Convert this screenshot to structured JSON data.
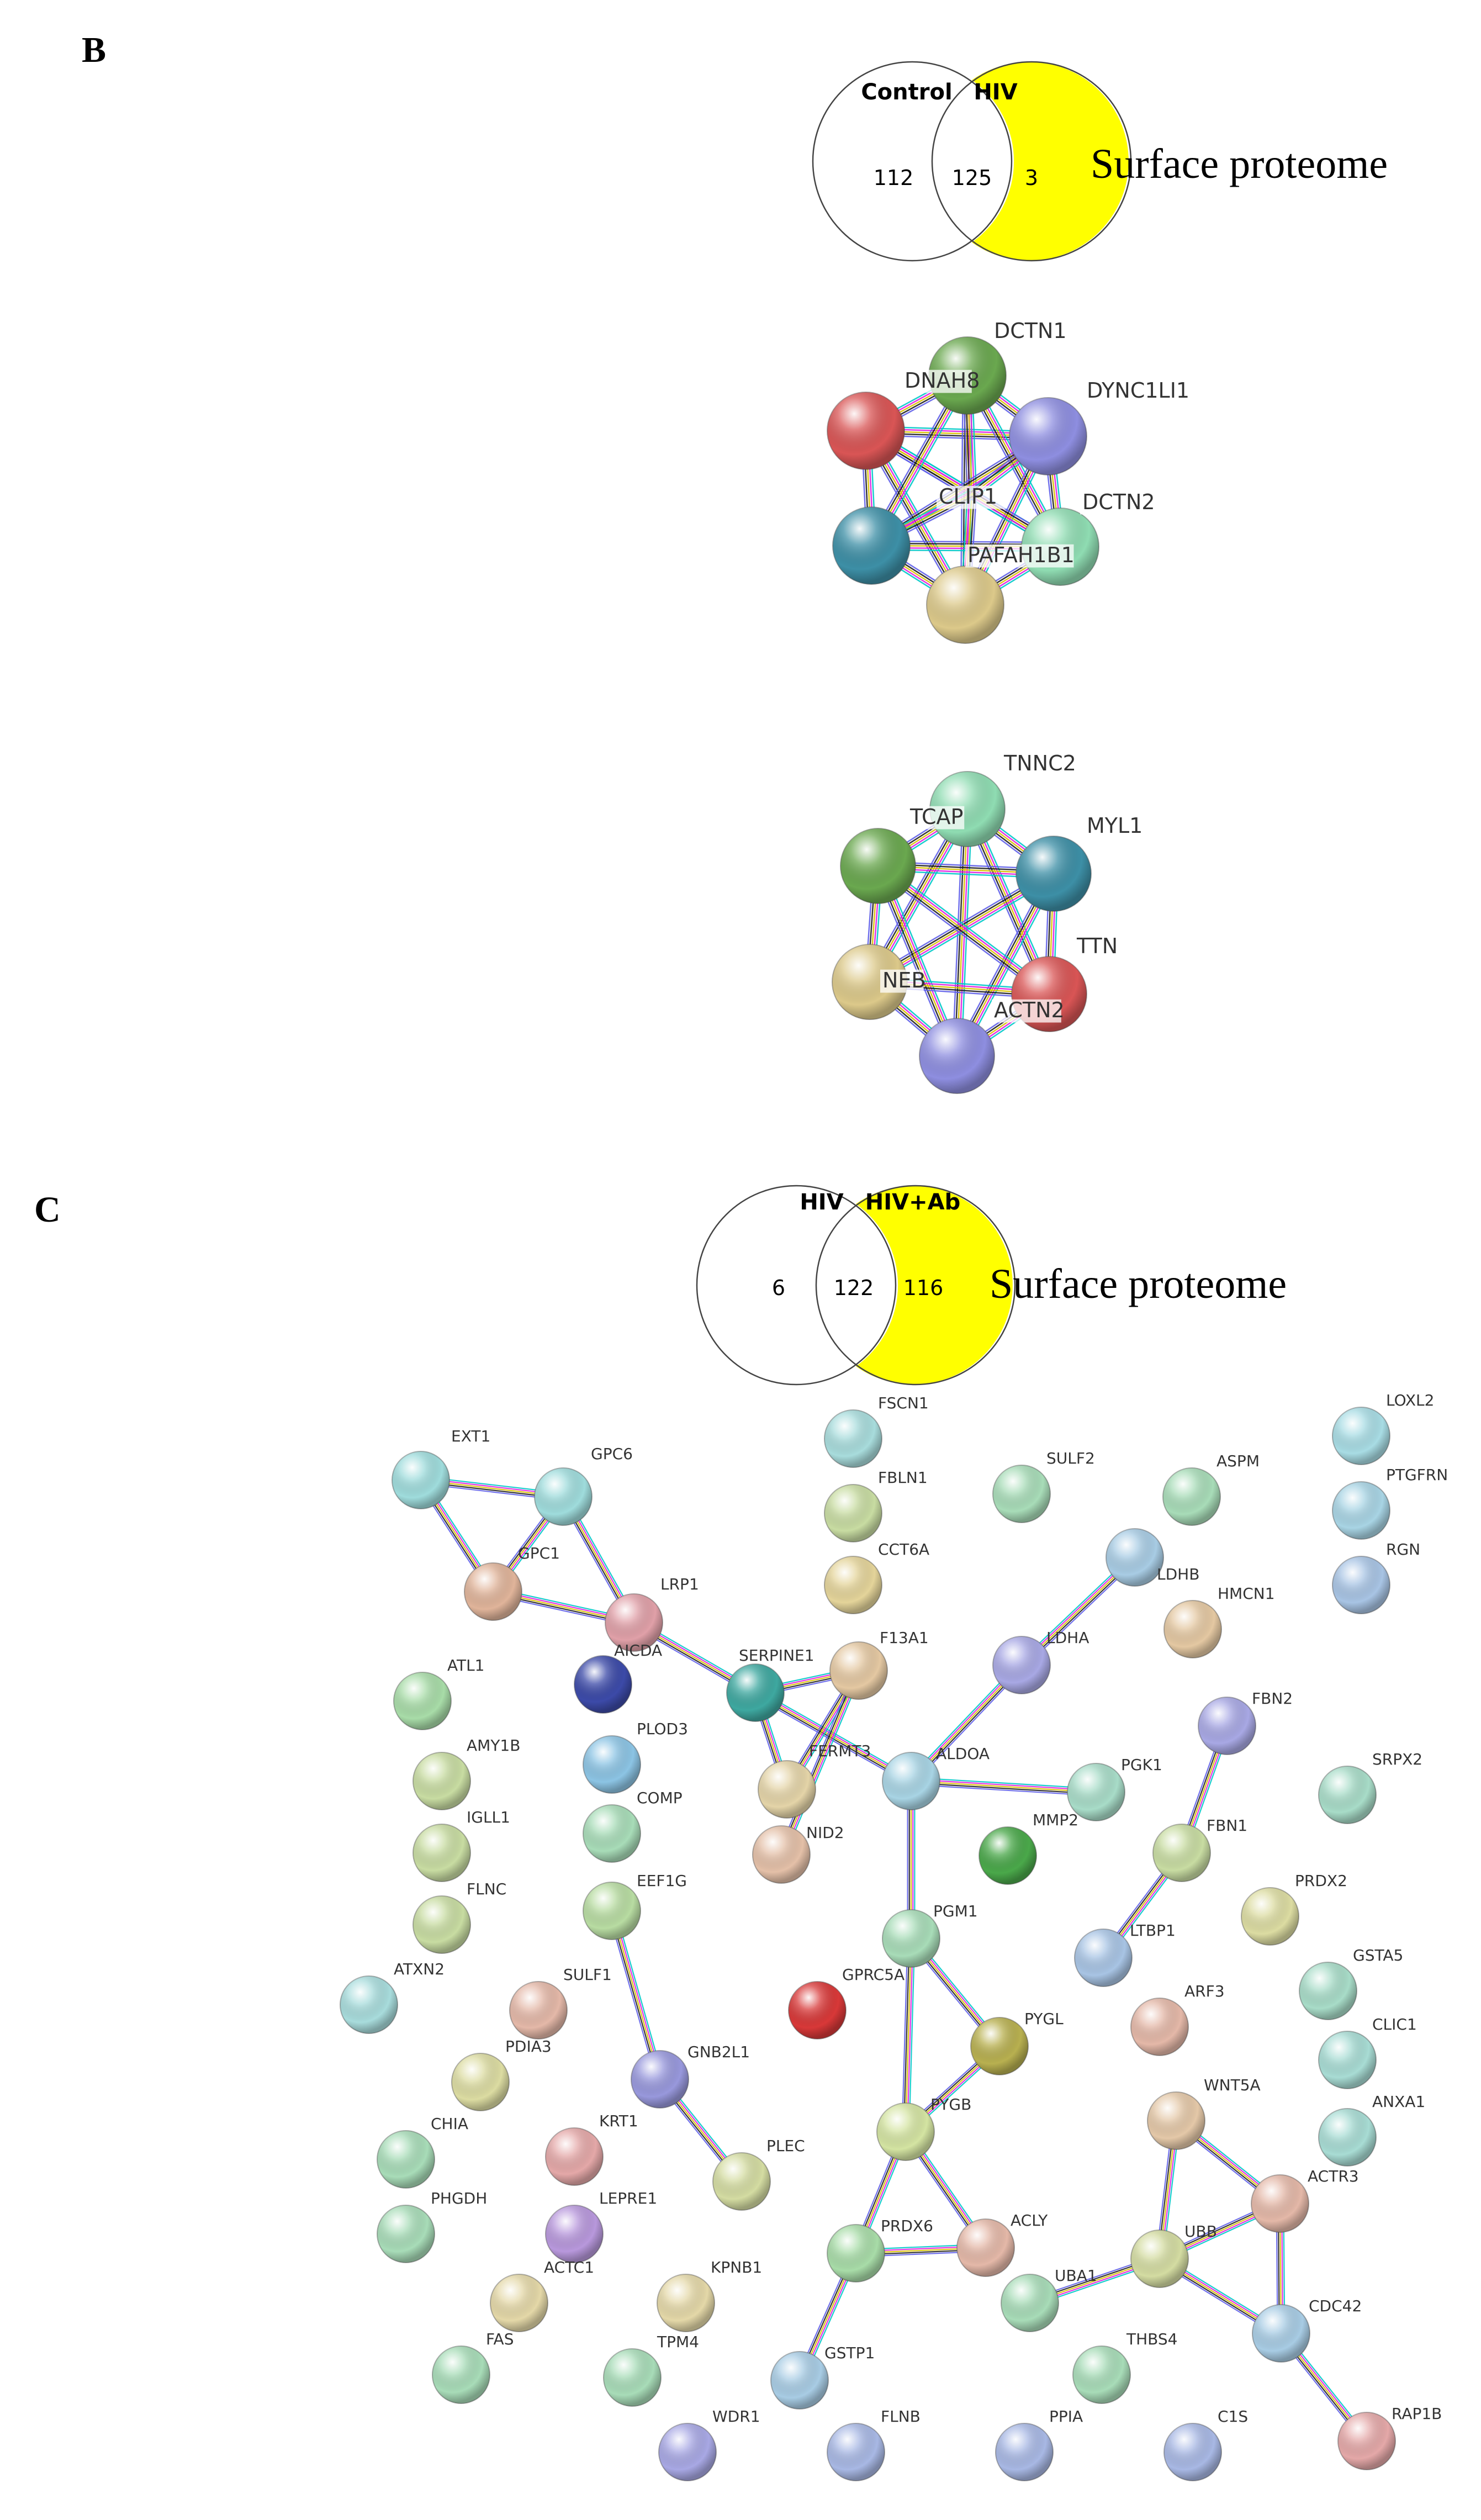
{
  "panels": {
    "b": "B",
    "c": "C"
  },
  "venn_b": {
    "left_label": "Control",
    "right_label": "HIV",
    "left_only": "112",
    "overlap": "125",
    "right_only": "3",
    "caption": "Surface proteome",
    "highlight_color": "#ffff00"
  },
  "venn_c": {
    "left_label": "HIV",
    "right_label": "HIV+Ab",
    "left_only": "6",
    "overlap": "122",
    "right_only": "116",
    "caption": "Surface proteome",
    "highlight_color": "#ffff00"
  },
  "network_b1": {
    "nodes": [
      {
        "id": "DCTN1",
        "label": "DCTN1",
        "color": "#6aa84f"
      },
      {
        "id": "DYNC1LI1",
        "label": "DYNC1LI1",
        "color": "#8e8ee0"
      },
      {
        "id": "DNAH8",
        "label": "DNAH8",
        "color": "#d95555"
      },
      {
        "id": "CLIP1",
        "label": "CLIP1",
        "color": "#3d8fa6"
      },
      {
        "id": "DCTN2",
        "label": "DCTN2",
        "color": "#8fdcb2"
      },
      {
        "id": "PAFAH1B1",
        "label": "PAFAH1B1",
        "color": "#dcc98a"
      }
    ]
  },
  "network_b2": {
    "nodes": [
      {
        "id": "TNNC2",
        "label": "TNNC2",
        "color": "#8fdcb2"
      },
      {
        "id": "MYL1",
        "label": "MYL1",
        "color": "#3d8fa6"
      },
      {
        "id": "TCAP",
        "label": "TCAP",
        "color": "#6aa84f"
      },
      {
        "id": "NEB",
        "label": "NEB",
        "color": "#dcc98a"
      },
      {
        "id": "TTN",
        "label": "TTN",
        "color": "#d95555"
      },
      {
        "id": "ACTN2",
        "label": "ACTN2",
        "color": "#8e8ee0"
      }
    ]
  },
  "network_c": {
    "nodes": [
      {
        "id": "EXT1",
        "label": "EXT1",
        "color": "#9fdcdc"
      },
      {
        "id": "GPC6",
        "label": "GPC6",
        "color": "#9fdcdc"
      },
      {
        "id": "GPC1",
        "label": "GPC1",
        "color": "#e0b49a"
      },
      {
        "id": "LRP1",
        "label": "LRP1",
        "color": "#e0a0a8"
      },
      {
        "id": "AICDA",
        "label": "AICDA",
        "color": "#3c4aa8"
      },
      {
        "id": "ATL1",
        "label": "ATL1",
        "color": "#a8dca8"
      },
      {
        "id": "SERPINE1",
        "label": "SERPINE1",
        "color": "#3ea8a0"
      },
      {
        "id": "F13A1",
        "label": "F13A1",
        "color": "#e4c8a2"
      },
      {
        "id": "FSCN1",
        "label": "FSCN1",
        "color": "#a8dcdc"
      },
      {
        "id": "FBLN1",
        "label": "FBLN1",
        "color": "#c8dca2"
      },
      {
        "id": "CCT6A",
        "label": "CCT6A",
        "color": "#e4d49a"
      },
      {
        "id": "SULF2",
        "label": "SULF2",
        "color": "#a8dcb8"
      },
      {
        "id": "ASPM",
        "label": "ASPM",
        "color": "#a8dcb8"
      },
      {
        "id": "LDHB",
        "label": "LDHB",
        "color": "#a8cce4"
      },
      {
        "id": "HMCN1",
        "label": "HMCN1",
        "color": "#e4c8a2"
      },
      {
        "id": "LDHA",
        "label": "LDHA",
        "color": "#a8a8e4"
      },
      {
        "id": "LOXL2",
        "label": "LOXL2",
        "color": "#a8dce4"
      },
      {
        "id": "PTGFRN",
        "label": "PTGFRN",
        "color": "#a8d4e4"
      },
      {
        "id": "RGN",
        "label": "RGN",
        "color": "#a8c4e4"
      },
      {
        "id": "AMY1B",
        "label": "AMY1B",
        "color": "#c8dca2"
      },
      {
        "id": "PLOD3",
        "label": "PLOD3",
        "color": "#8cc4e4"
      },
      {
        "id": "FERMT3",
        "label": "FERMT3",
        "color": "#e4d4a8"
      },
      {
        "id": "ALDOA",
        "label": "ALDOA",
        "color": "#a8d4e4"
      },
      {
        "id": "PGK1",
        "label": "PGK1",
        "color": "#a8dcc8"
      },
      {
        "id": "FBN2",
        "label": "FBN2",
        "color": "#a8a8e4"
      },
      {
        "id": "SRPX2",
        "label": "SRPX2",
        "color": "#a8dcc8"
      },
      {
        "id": "IGLL1",
        "label": "IGLL1",
        "color": "#c8dca2"
      },
      {
        "id": "COMP",
        "label": "COMP",
        "color": "#a8dcb8"
      },
      {
        "id": "NID2",
        "label": "NID2",
        "color": "#e4c0a8"
      },
      {
        "id": "MMP2",
        "label": "MMP2",
        "color": "#4aa84a"
      },
      {
        "id": "FBN1",
        "label": "FBN1",
        "color": "#c8dca2"
      },
      {
        "id": "FLNC",
        "label": "FLNC",
        "color": "#c8dca2"
      },
      {
        "id": "EEF1G",
        "label": "EEF1G",
        "color": "#b8dca2"
      },
      {
        "id": "PGM1",
        "label": "PGM1",
        "color": "#a8dcb8"
      },
      {
        "id": "PRDX2",
        "label": "PRDX2",
        "color": "#dcdca2"
      },
      {
        "id": "LTBP1",
        "label": "LTBP1",
        "color": "#a8c4e4"
      },
      {
        "id": "GSTA5",
        "label": "GSTA5",
        "color": "#a8dcc8"
      },
      {
        "id": "ATXN2",
        "label": "ATXN2",
        "color": "#a8dcdc"
      },
      {
        "id": "SULF1",
        "label": "SULF1",
        "color": "#e4b8a8"
      },
      {
        "id": "GPRC5A",
        "label": "GPRC5A",
        "color": "#d83838"
      },
      {
        "id": "PYGL",
        "label": "PYGL",
        "color": "#b8b050"
      },
      {
        "id": "ARF3",
        "label": "ARF3",
        "color": "#e4b8a8"
      },
      {
        "id": "CLIC1",
        "label": "CLIC1",
        "color": "#a8dcd4"
      },
      {
        "id": "PDIA3",
        "label": "PDIA3",
        "color": "#dcdca2"
      },
      {
        "id": "GNB2L1",
        "label": "GNB2L1",
        "color": "#9898dc"
      },
      {
        "id": "ANXA1",
        "label": "ANXA1",
        "color": "#a8dcd4"
      },
      {
        "id": "WNT5A",
        "label": "WNT5A",
        "color": "#e4c8a8"
      },
      {
        "id": "CHIA",
        "label": "CHIA",
        "color": "#a8dcb8"
      },
      {
        "id": "KRT1",
        "label": "KRT1",
        "color": "#e4a8a8"
      },
      {
        "id": "PLEC",
        "label": "PLEC",
        "color": "#d4dca2"
      },
      {
        "id": "PYGB",
        "label": "PYGB",
        "color": "#d4e4a2"
      },
      {
        "id": "ACTR3",
        "label": "ACTR3",
        "color": "#e4b8a8"
      },
      {
        "id": "PHGDH",
        "label": "PHGDH",
        "color": "#a8dcb8"
      },
      {
        "id": "LEPRE1",
        "label": "LEPRE1",
        "color": "#b898dc"
      },
      {
        "id": "PRDX6",
        "label": "PRDX6",
        "color": "#a8dca8"
      },
      {
        "id": "ACLY",
        "label": "ACLY",
        "color": "#e4b8a8"
      },
      {
        "id": "UBB",
        "label": "UBB",
        "color": "#d4dca2"
      },
      {
        "id": "ACTC1",
        "label": "ACTC1",
        "color": "#e4d8a8"
      },
      {
        "id": "KPNB1",
        "label": "KPNB1",
        "color": "#e4d8a8"
      },
      {
        "id": "UBA1",
        "label": "UBA1",
        "color": "#a8dcb8"
      },
      {
        "id": "CDC42",
        "label": "CDC42",
        "color": "#a8cce4"
      },
      {
        "id": "FAS",
        "label": "FAS",
        "color": "#a8dcb8"
      },
      {
        "id": "TPM4",
        "label": "TPM4",
        "color": "#a8dcb8"
      },
      {
        "id": "GSTP1",
        "label": "GSTP1",
        "color": "#a8cce4"
      },
      {
        "id": "THBS4",
        "label": "THBS4",
        "color": "#a8dcb8"
      },
      {
        "id": "RAP1B",
        "label": "RAP1B",
        "color": "#e4a8a8"
      },
      {
        "id": "WDR1",
        "label": "WDR1",
        "color": "#a8a8e4"
      },
      {
        "id": "FLNB",
        "label": "FLNB",
        "color": "#a8b8e4"
      },
      {
        "id": "PPIA",
        "label": "PPIA",
        "color": "#a8b8e4"
      },
      {
        "id": "C1S",
        "label": "C1S",
        "color": "#a8b8e4"
      }
    ],
    "edges": [
      [
        "EXT1",
        "GPC6"
      ],
      [
        "EXT1",
        "GPC1"
      ],
      [
        "GPC6",
        "GPC1"
      ],
      [
        "GPC6",
        "LRP1"
      ],
      [
        "GPC1",
        "LRP1"
      ],
      [
        "LRP1",
        "SERPINE1"
      ],
      [
        "SERPINE1",
        "F13A1"
      ],
      [
        "SERPINE1",
        "FERMT3"
      ],
      [
        "SERPINE1",
        "ALDOA"
      ],
      [
        "F13A1",
        "FERMT3"
      ],
      [
        "F13A1",
        "NID2"
      ],
      [
        "ALDOA",
        "PGK1"
      ],
      [
        "ALDOA",
        "LDHA"
      ],
      [
        "LDHA",
        "LDHB"
      ],
      [
        "ALDOA",
        "PGM1"
      ],
      [
        "PGM1",
        "PYGL"
      ],
      [
        "PGM1",
        "PYGB"
      ],
      [
        "PYGL",
        "PYGB"
      ],
      [
        "PYGB",
        "PRDX6"
      ],
      [
        "PYGB",
        "ACLY"
      ],
      [
        "PRDX6",
        "ACLY"
      ],
      [
        "PRDX6",
        "GSTP1"
      ],
      [
        "FBN2",
        "FBN1"
      ],
      [
        "FBN1",
        "LTBP1"
      ],
      [
        "EEF1G",
        "GNB2L1"
      ],
      [
        "GNB2L1",
        "PLEC"
      ],
      [
        "WNT5A",
        "ACTR3"
      ],
      [
        "WNT5A",
        "UBB"
      ],
      [
        "ACTR3",
        "UBB"
      ],
      [
        "ACTR3",
        "CDC42"
      ],
      [
        "UBB",
        "CDC42"
      ],
      [
        "UBB",
        "UBA1"
      ],
      [
        "CDC42",
        "RAP1B"
      ]
    ]
  }
}
